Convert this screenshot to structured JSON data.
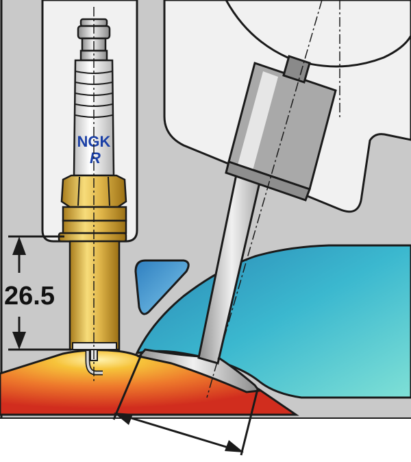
{
  "spark_plug": {
    "brand": "NGK",
    "logo_mark": "R"
  },
  "dimension": {
    "value": "26.5"
  },
  "colors": {
    "head_fill": "#c9c9c9",
    "head_outline": "#1a1a1a",
    "combustion_red": "#d83a22",
    "combustion_glow": "#f6c33a",
    "port_cyan": "#2aa4c6",
    "port_blue": "#2f7fc0",
    "plug_gold": "#d8aa3c",
    "plug_ceramic": "#e6e6e6",
    "brand_blue": "#1a3fa6"
  }
}
